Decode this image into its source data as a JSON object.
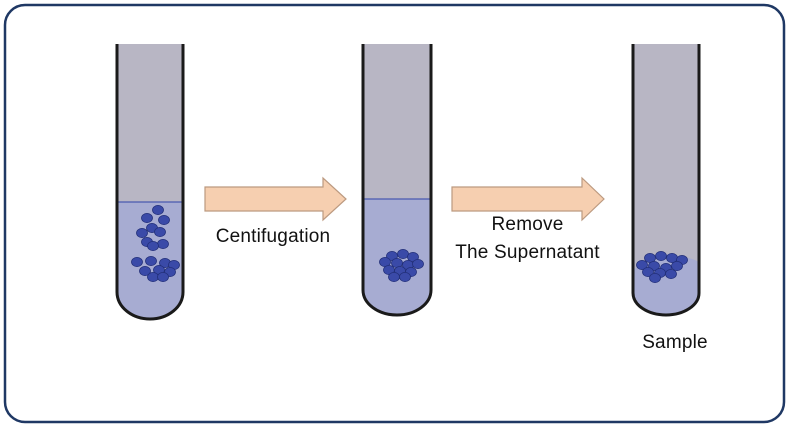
{
  "colors": {
    "frame_border": "#1f3864",
    "tube_body": "#b8b6c4",
    "tube_wall": "#1a1a1a",
    "liquid": "#a7acd2",
    "liquid_line": "#4a5ab0",
    "cell_fill": "#3a4aa8",
    "cell_stroke": "#23307a",
    "arrow_fill": "#f6cfb0",
    "arrow_stroke": "#bc9a80"
  },
  "steps": {
    "centrifugation": "Centifugation",
    "remove_line1": "Remove",
    "remove_line2": "The Supernatant",
    "sample": "Sample"
  }
}
